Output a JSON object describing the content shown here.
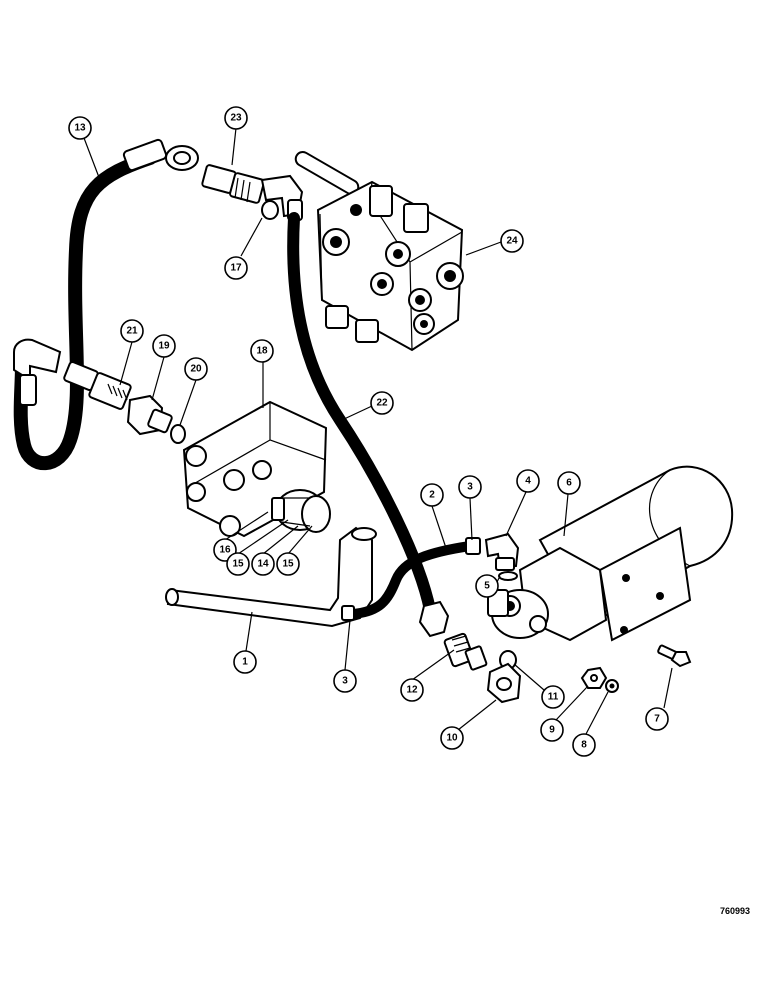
{
  "figure": {
    "code": "760993",
    "callouts": [
      {
        "id": "c1",
        "label": "1"
      },
      {
        "id": "c2",
        "label": "2"
      },
      {
        "id": "c3a",
        "label": "3"
      },
      {
        "id": "c3b",
        "label": "3"
      },
      {
        "id": "c4",
        "label": "4"
      },
      {
        "id": "c5",
        "label": "5"
      },
      {
        "id": "c6",
        "label": "6"
      },
      {
        "id": "c7",
        "label": "7"
      },
      {
        "id": "c8",
        "label": "8"
      },
      {
        "id": "c9",
        "label": "9"
      },
      {
        "id": "c10",
        "label": "10"
      },
      {
        "id": "c11",
        "label": "11"
      },
      {
        "id": "c12",
        "label": "12"
      },
      {
        "id": "c13",
        "label": "13"
      },
      {
        "id": "c14",
        "label": "14"
      },
      {
        "id": "c15a",
        "label": "15"
      },
      {
        "id": "c15b",
        "label": "15"
      },
      {
        "id": "c16",
        "label": "16"
      },
      {
        "id": "c17",
        "label": "17"
      },
      {
        "id": "c18",
        "label": "18"
      },
      {
        "id": "c19",
        "label": "19"
      },
      {
        "id": "c20",
        "label": "20"
      },
      {
        "id": "c21",
        "label": "21"
      },
      {
        "id": "c22",
        "label": "22"
      },
      {
        "id": "c23",
        "label": "23"
      },
      {
        "id": "c24",
        "label": "24"
      }
    ]
  }
}
